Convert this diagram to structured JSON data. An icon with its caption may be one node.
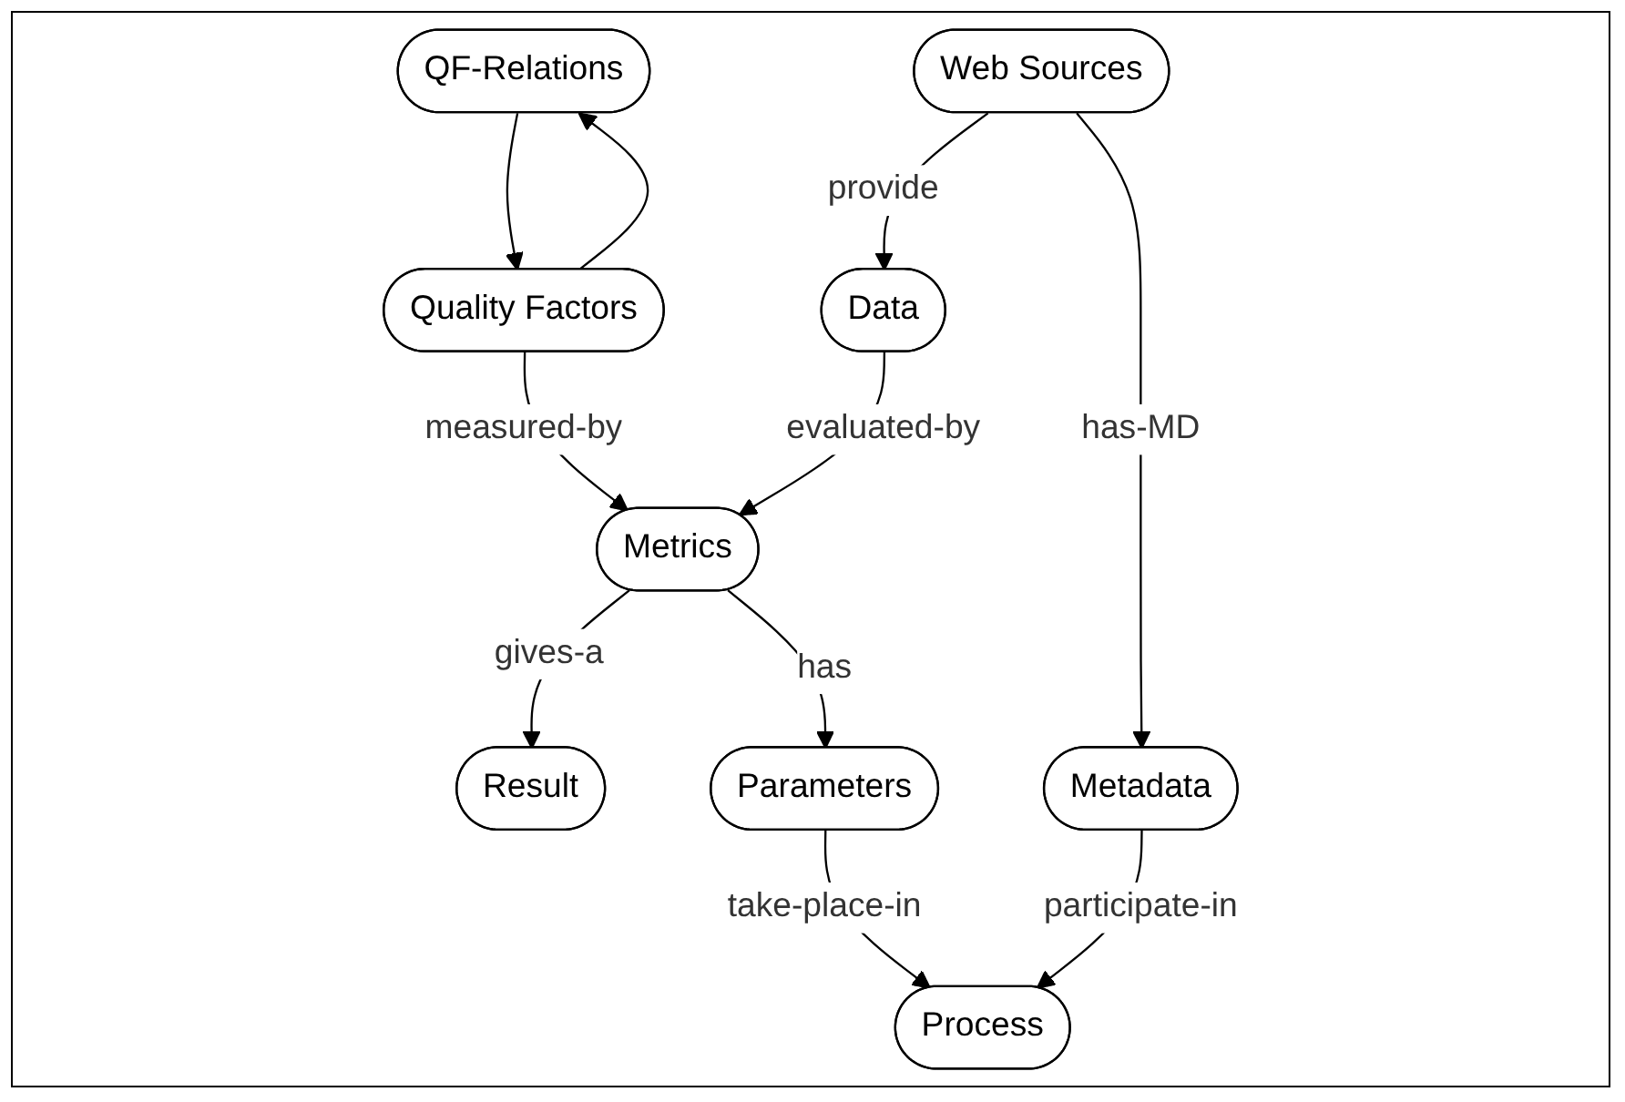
{
  "diagram": {
    "nodes": [
      {
        "text": [
          "QF-Relations"
        ]
      },
      {
        "text": [
          "Quality Factors"
        ]
      },
      {
        "text": [
          "Web Sources"
        ]
      },
      {
        "text": [
          "Metrics"
        ]
      },
      {
        "text": [
          "Data"
        ]
      },
      {
        "text": [
          "Result"
        ]
      },
      {
        "text": [
          "Parameters"
        ]
      },
      {
        "text": [
          "Metadata"
        ]
      },
      {
        "text": [
          "Process"
        ]
      }
    ],
    "edges": [
      {
        "from": 1,
        "to": 0,
        "arrow": "to"
      },
      {
        "from": 0,
        "to": 1,
        "arrow": "to"
      },
      {
        "from": 1,
        "to": 3,
        "label": "measured-by",
        "arrow": "to"
      },
      {
        "from": 2,
        "to": 4,
        "label": "provide",
        "arrow": "to"
      },
      {
        "from": 2,
        "to": 7,
        "label": "has-MD",
        "arrow": "to"
      },
      {
        "from": 4,
        "to": 3,
        "label": "evaluated-by",
        "arrow": "to"
      },
      {
        "from": 3,
        "to": 5,
        "label": "gives-a",
        "arrow": "to"
      },
      {
        "from": 3,
        "to": 6,
        "label": "has",
        "arrow": "to"
      },
      {
        "from": 6,
        "to": 8,
        "label": "take-place-in",
        "arrow": "to"
      },
      {
        "from": 7,
        "to": 8,
        "label": "participate-in",
        "arrow": "to"
      }
    ]
  }
}
